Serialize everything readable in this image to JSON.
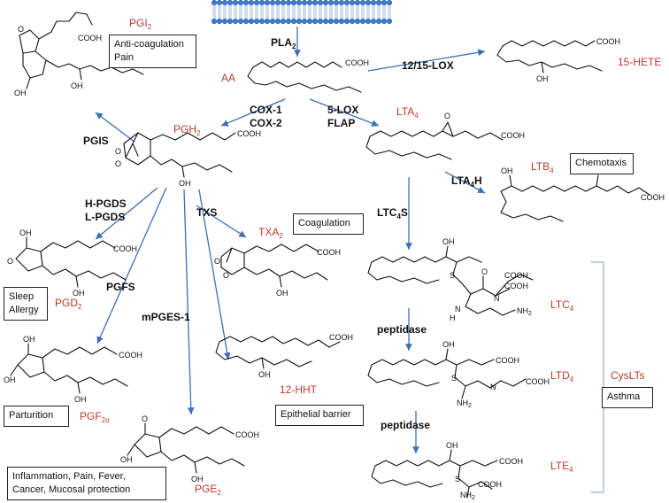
{
  "membrane_label": "PLA2",
  "enzymes": {
    "pla2": "PLA",
    "lox1215": "12/15-LOX",
    "cox1": "COX-1",
    "cox2": "COX-2",
    "lox5": "5-LOX",
    "flap": "FLAP",
    "pgis": "PGIS",
    "hpgds": "H-PGDS",
    "lpgds": "L-PGDS",
    "txs": "TXS",
    "pgfs": "PGFS",
    "mpges": "mPGES-1",
    "lta4h": "LTA",
    "ltc4s": "LTC",
    "peptidase1": "peptidase",
    "peptidase2": "peptidase"
  },
  "metabolites": {
    "aa": "AA",
    "pgi2": "PGI",
    "pgh2": "PGH",
    "hete": "15-HETE",
    "lta4": "LTA",
    "ltb4": "LTB",
    "txa2": "TXA",
    "pgd2": "PGD",
    "pgf2a": "PGF",
    "pge2": "PGE",
    "hht": "12-HHT",
    "ltc4": "LTC",
    "ltd4": "LTD",
    "lte4": "LTE",
    "cyslts": "CysLTs"
  },
  "functions": {
    "pgi2_l1": "Anti-coagulation",
    "pgi2_l2": "Pain",
    "chemotaxis": "Chemotaxis",
    "coagulation": "Coagulation",
    "sleep_l1": "Sleep",
    "sleep_l2": "Allergy",
    "parturition": "Parturition",
    "epithelial": "Epithelial barrier",
    "asthma": "Asthma",
    "pge2_l1": "Inflammation, Pain, Fever,",
    "pge2_l2": "Cancer, Mucosal protection"
  },
  "atoms": {
    "cooh": "COOH",
    "oh": "OH",
    "o": "O",
    "s": "S",
    "n": "N",
    "h": "H",
    "nh2": "NH"
  }
}
